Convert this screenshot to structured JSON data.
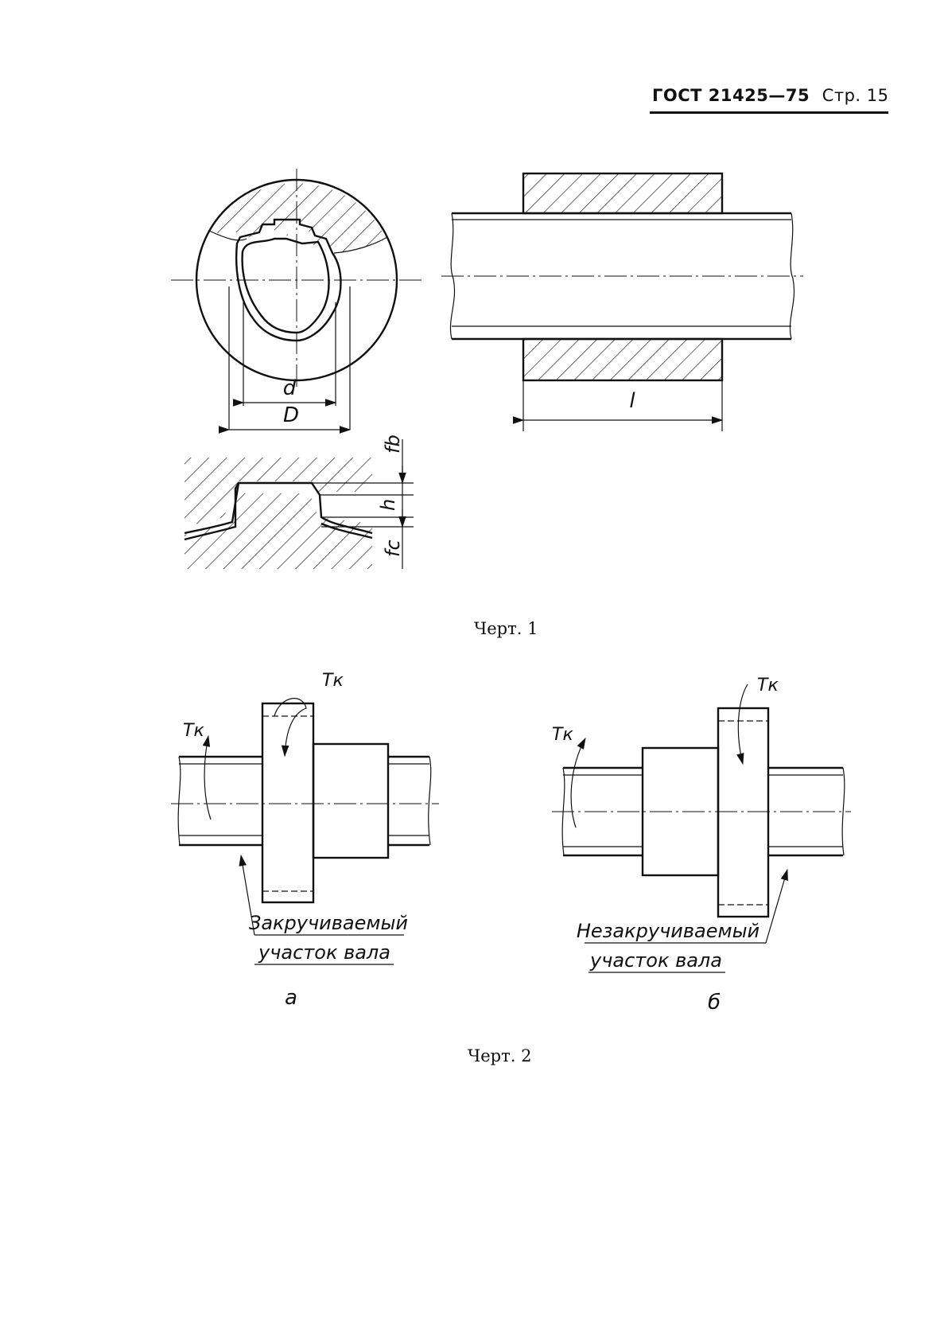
{
  "header": {
    "standard": "ГОСТ 21425—75",
    "page": "Стр. 15"
  },
  "figure1": {
    "caption": "Черт. 1",
    "labels": {
      "d": "d",
      "D": "D",
      "l": "l",
      "fb": "fb",
      "h": "h",
      "fc": "fc"
    }
  },
  "figure2": {
    "caption": "Черт. 2",
    "left": {
      "torque_top": "Tк",
      "torque_side": "Tк",
      "label_line1": "Закручиваемый",
      "label_line2": "участок вала",
      "letter": "а"
    },
    "right": {
      "torque_top": "Tк",
      "torque_side": "Tк",
      "label_line1": "Незакручиваемый",
      "label_line2": "участок вала",
      "letter": "б"
    }
  }
}
